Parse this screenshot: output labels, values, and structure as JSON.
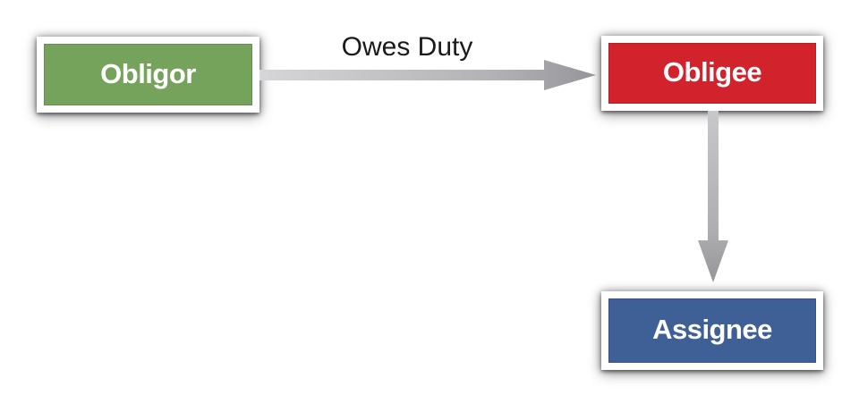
{
  "diagram": {
    "background": "#ffffff",
    "nodes": [
      {
        "id": "obligor",
        "label": "Obligor",
        "fill": "#76a35c",
        "text_color": "#ffffff",
        "frame_color": "#ffffff"
      },
      {
        "id": "obligee",
        "label": "Obligee",
        "fill": "#d2232c",
        "text_color": "#ffffff",
        "frame_color": "#ffffff"
      },
      {
        "id": "assignee",
        "label": "Assignee",
        "fill": "#3e6096",
        "text_color": "#ffffff",
        "frame_color": "#ffffff"
      }
    ],
    "edges": [
      {
        "from": "obligor",
        "to": "obligee",
        "label": "Owes Duty",
        "direction": "right",
        "color_start": "#d6d6d8",
        "color_end": "#96969a"
      },
      {
        "from": "obligee",
        "to": "assignee",
        "label": "",
        "direction": "down",
        "color_start": "#c8c8ca",
        "color_end": "#96969a"
      }
    ]
  }
}
